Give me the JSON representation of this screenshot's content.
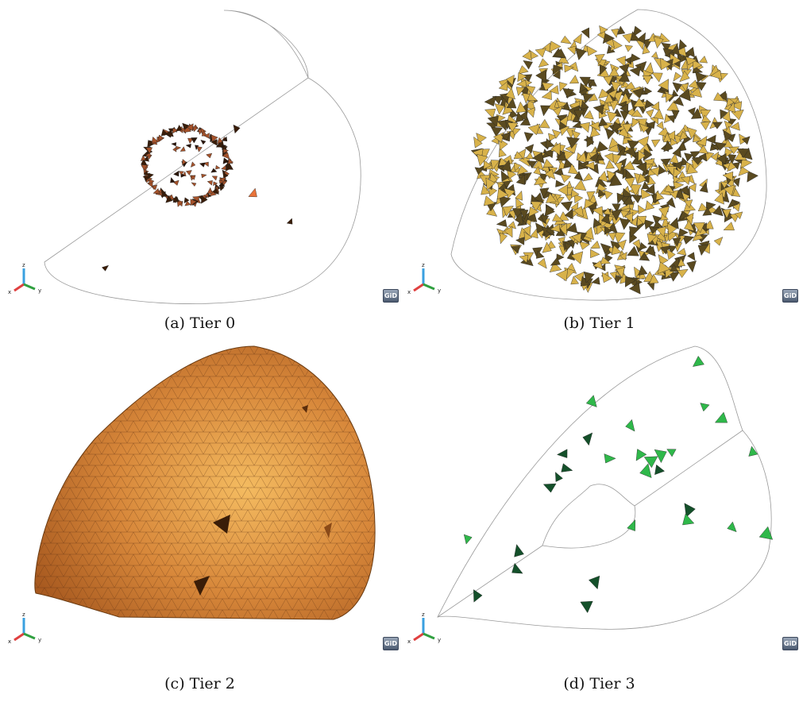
{
  "panels": [
    {
      "id": "a",
      "caption": "(a) Tier 0",
      "color": "#a5522a"
    },
    {
      "id": "b",
      "caption": "(b) Tier 1",
      "color": "#d8b24a"
    },
    {
      "id": "c",
      "caption": "(c) Tier 2",
      "color": "#d98a3c"
    },
    {
      "id": "d",
      "caption": "(d) Tier 3",
      "color": "#2fb84a"
    }
  ],
  "logo_text": "GiD",
  "axes": {
    "x": "x",
    "y": "y",
    "z": "z"
  }
}
